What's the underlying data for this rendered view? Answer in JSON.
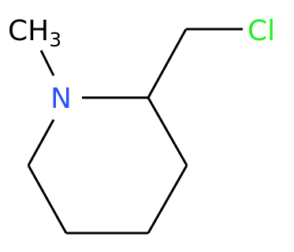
{
  "molecule": {
    "atoms": {
      "ch3": {
        "text": "CH",
        "subscript": "3",
        "color": "#000000"
      },
      "nitrogen": {
        "text": "N",
        "color": "#3050f8"
      },
      "chlorine": {
        "text": "Cl",
        "color": "#1ff01f"
      }
    },
    "bond_color": "#000000"
  }
}
